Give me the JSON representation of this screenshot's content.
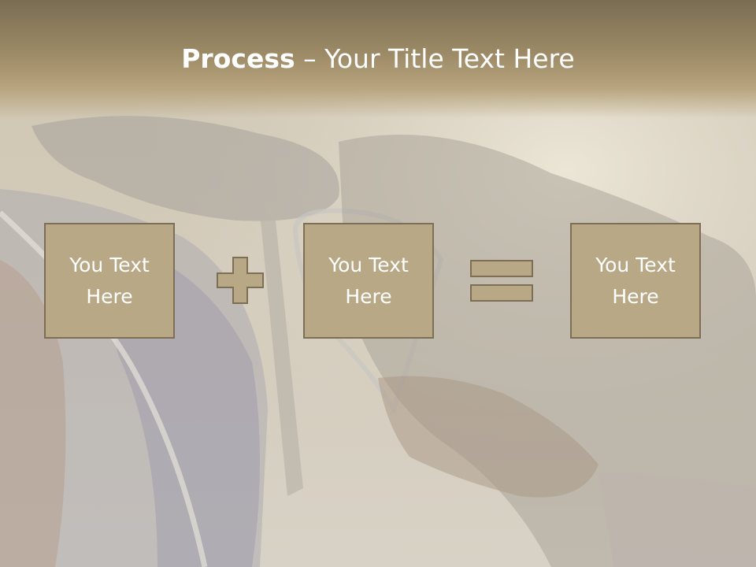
{
  "slide": {
    "title_bold": "Process",
    "title_rest": " – Your Title Text Here",
    "boxes": [
      {
        "text": "You Text Here"
      },
      {
        "text": "You Text Here"
      },
      {
        "text": "You Text Here"
      }
    ],
    "operators": [
      "plus-icon",
      "equals-icon"
    ],
    "colors": {
      "header": "#9c8a66",
      "box_fill": "#b9a886",
      "box_border": "#7c6f55",
      "text": "#ffffff"
    }
  }
}
